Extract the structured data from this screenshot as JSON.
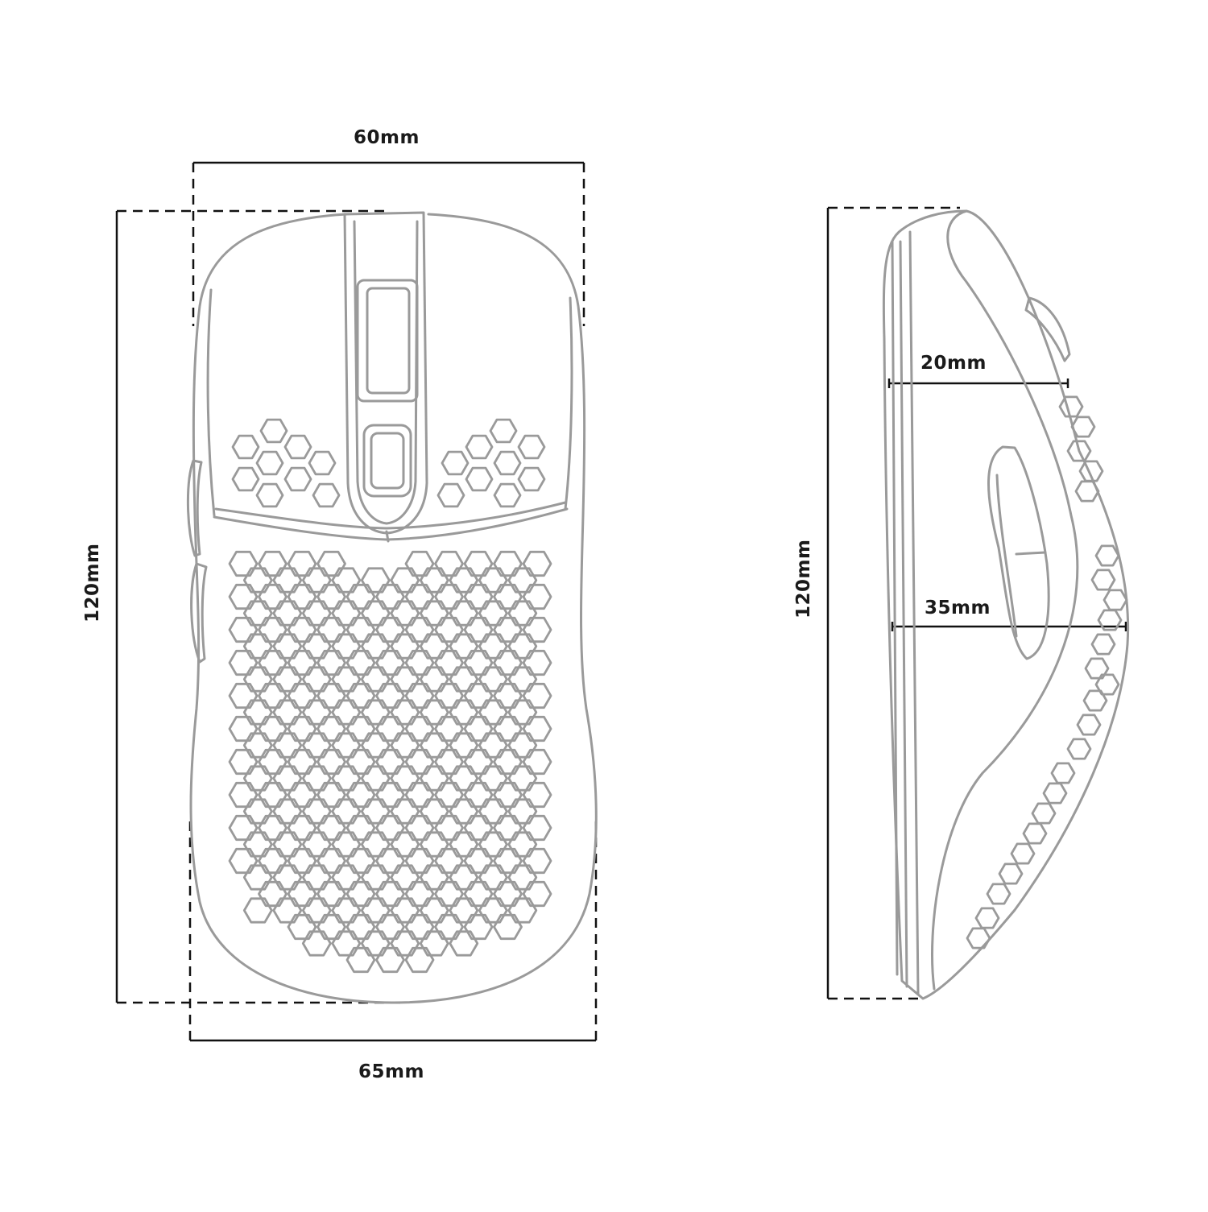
{
  "top_view": {
    "width_top_label": "60mm",
    "width_bottom_label": "65mm",
    "length_label": "120mm"
  },
  "side_view": {
    "length_label": "120mm",
    "height_upper_label": "20mm",
    "height_lower_label": "35mm"
  },
  "colors": {
    "outline": "#9a9a9a",
    "dimension": "#111111",
    "background": "#ffffff"
  }
}
